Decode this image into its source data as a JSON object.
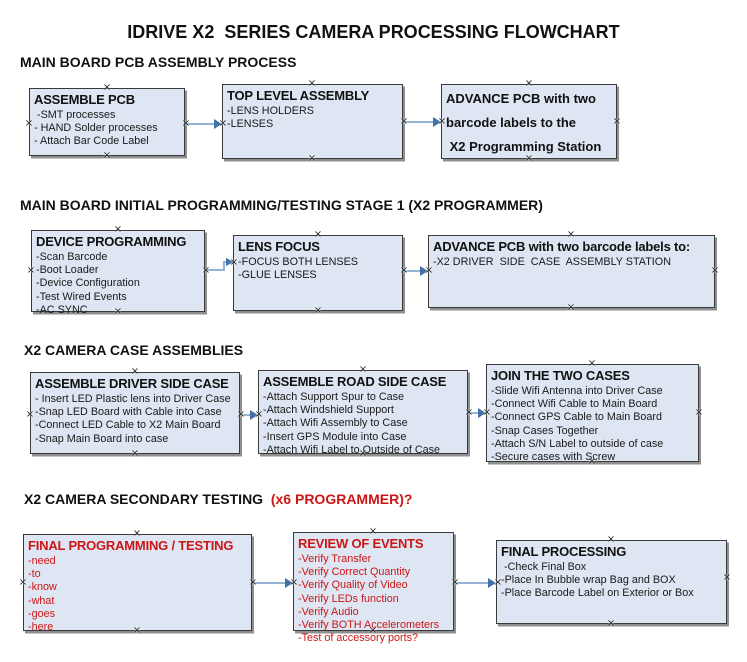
{
  "title": "IDRIVE X2  SERIES CAMERA PROCESSING FLOWCHART",
  "headings": {
    "section1": "MAIN BOARD PCB ASSEMBLY PROCESS",
    "section2": "MAIN BOARD INITIAL PROGRAMMING/TESTING STAGE 1 (X2 PROGRAMMER)",
    "section3": "X2 CAMERA CASE ASSEMBLIES",
    "section4_black": "X2 CAMERA SECONDARY TESTING  ",
    "section4_red": "(x6 PROGRAMMER)?"
  },
  "boxes": {
    "assemble_pcb": {
      "title": "ASSEMBLE PCB",
      "items": [
        " -SMT processes",
        "- HAND Solder processes",
        "- Attach Bar Code Label"
      ]
    },
    "top_level_assembly": {
      "title": "TOP LEVEL ASSEMBLY",
      "items": [
        "-LENS HOLDERS",
        "-LENSES"
      ]
    },
    "advance_pcb_station": {
      "lines": [
        "ADVANCE PCB with two",
        "barcode labels to the",
        " X2 Programming Station"
      ]
    },
    "device_programming": {
      "title": "DEVICE PROGRAMMING",
      "items": [
        "-Scan Barcode",
        "-Boot Loader",
        "-Device Configuration",
        "-Test Wired Events",
        "-AC SYNC"
      ]
    },
    "lens_focus": {
      "title": "LENS FOCUS",
      "items": [
        "-FOCUS BOTH LENSES",
        "-GLUE LENSES"
      ]
    },
    "advance_pcb_driver": {
      "title": "ADVANCE PCB with two barcode labels to:",
      "items": [
        "-X2 DRIVER  SIDE  CASE  ASSEMBLY STATION"
      ]
    },
    "assemble_driver_side_case": {
      "title": "ASSEMBLE DRIVER SIDE CASE",
      "items": [
        "- Insert LED Plastic lens into Driver Case",
        "-Snap LED Board with Cable into Case",
        "-Connect LED Cable to X2 Main Board",
        "-Snap Main Board into case"
      ]
    },
    "assemble_road_side_case": {
      "title": "ASSEMBLE ROAD SIDE CASE",
      "items": [
        "-Attach Support Spur to Case",
        "-Attach Windshield Support",
        "-Attach Wifi Assembly to Case",
        "-Insert GPS Module into Case",
        "-Attach Wifi Label to Outside of Case"
      ]
    },
    "join_the_two_cases": {
      "title": "JOIN THE TWO CASES",
      "items": [
        "-Slide Wifi Antenna into Driver Case",
        "-Connect Wifi Cable to Main Board",
        "-Connect GPS Cable to Main Board",
        "-Snap Cases Together",
        "-Attach S/N Label to outside of case",
        "-Secure cases with Screw"
      ]
    },
    "final_programming_testing": {
      "title": "FINAL PROGRAMMING / TESTING",
      "items": [
        "-need",
        "-to",
        "-know",
        "-what",
        "-goes",
        "-here"
      ]
    },
    "review_of_events": {
      "title": "REVIEW OF EVENTS",
      "items": [
        "-Verify Transfer",
        "-Verify Correct Quantity",
        "-Verify Quality of Video",
        "-Verify LEDs function",
        "-Verify Audio",
        "-Verify BOTH Accelerometers",
        "-Test of accessory ports?"
      ]
    },
    "final_processing": {
      "title": "FINAL PROCESSING",
      "items": [
        " -Check Final Box",
        "-Place In Bubble wrap Bag and BOX",
        "-Place Barcode Label on Exterior or Box"
      ]
    }
  },
  "glyphs": {
    "handle": "×"
  },
  "colors": {
    "box_fill": "#dde6f2",
    "box_border": "#3a3a3a",
    "box_shadow": "#8f8f8f",
    "accent_red": "#cc1616",
    "arrow_line": "#95b3d7",
    "arrow_head": "#4472a8"
  }
}
